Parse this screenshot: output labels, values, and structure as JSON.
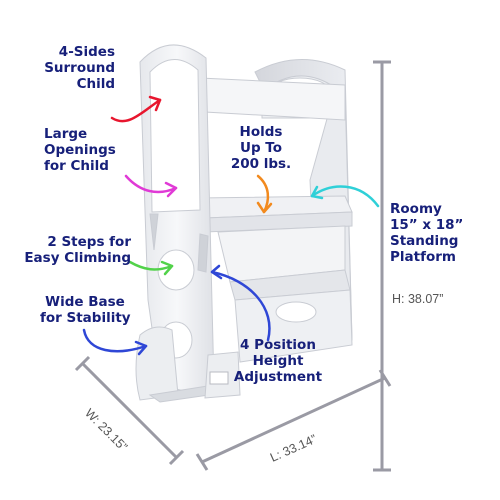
{
  "features": {
    "surround": [
      "4-Sides",
      "Surround",
      "Child"
    ],
    "openings": [
      "Large",
      "Openings",
      "for Child"
    ],
    "weight": [
      "Holds",
      "Up To",
      "200 lbs."
    ],
    "platform": [
      "Roomy",
      "15” x 18”",
      "Standing",
      "Platform"
    ],
    "steps": [
      "2 Steps for",
      "Easy Climbing"
    ],
    "base": [
      "Wide Base",
      "for Stability"
    ],
    "height_adjust": [
      "4 Position",
      "Height",
      "Adjustment"
    ]
  },
  "dimensions": {
    "height": "H: 38.07”",
    "width": "W: 23.15”",
    "length": "L: 33.14”"
  },
  "colors": {
    "label_text": "#17207a",
    "arrow_red": "#e8162e",
    "arrow_magenta": "#e03ad6",
    "arrow_orange": "#f28a1e",
    "arrow_cyan": "#2fd0d8",
    "arrow_green": "#52d24a",
    "arrow_blue": "#2f47d6",
    "dimension_line": "#9a9aa4"
  }
}
